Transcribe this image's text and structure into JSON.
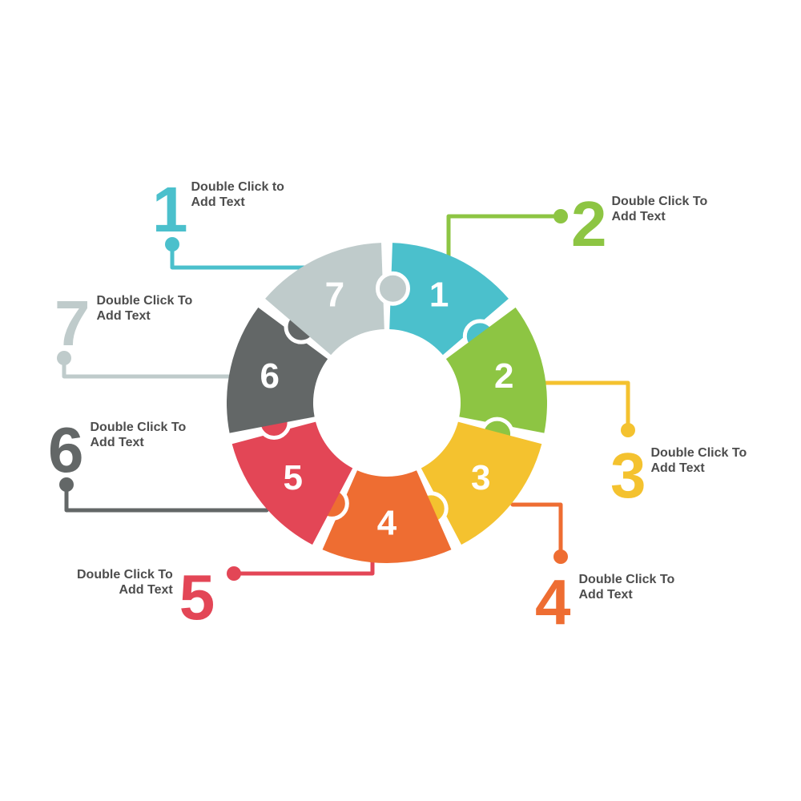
{
  "colors": {
    "1": "#4bc0cc",
    "2": "#8dc543",
    "3": "#f4c22f",
    "4": "#ee6d32",
    "5": "#e34656",
    "6": "#636767",
    "7": "#bfcbcb",
    "label": "#4d4d4d"
  },
  "pieces": [
    {
      "id": "1",
      "number": "1"
    },
    {
      "id": "2",
      "number": "2"
    },
    {
      "id": "3",
      "number": "3"
    },
    {
      "id": "4",
      "number": "4"
    },
    {
      "id": "5",
      "number": "5"
    },
    {
      "id": "6",
      "number": "6"
    },
    {
      "id": "7",
      "number": "7"
    }
  ],
  "callouts": [
    {
      "id": "1",
      "number": "1",
      "text": "Double Click to\nAdd Text"
    },
    {
      "id": "2",
      "number": "2",
      "text": "Double Click To\nAdd Text"
    },
    {
      "id": "3",
      "number": "3",
      "text": "Double Click To\nAdd Text"
    },
    {
      "id": "4",
      "number": "4",
      "text": "Double Click To\nAdd Text"
    },
    {
      "id": "5",
      "number": "5",
      "text": "Double Click To\nAdd Text"
    },
    {
      "id": "6",
      "number": "6",
      "text": "Double Click To\nAdd Text"
    },
    {
      "id": "7",
      "number": "7",
      "text": "Double Click To\nAdd Text"
    }
  ]
}
